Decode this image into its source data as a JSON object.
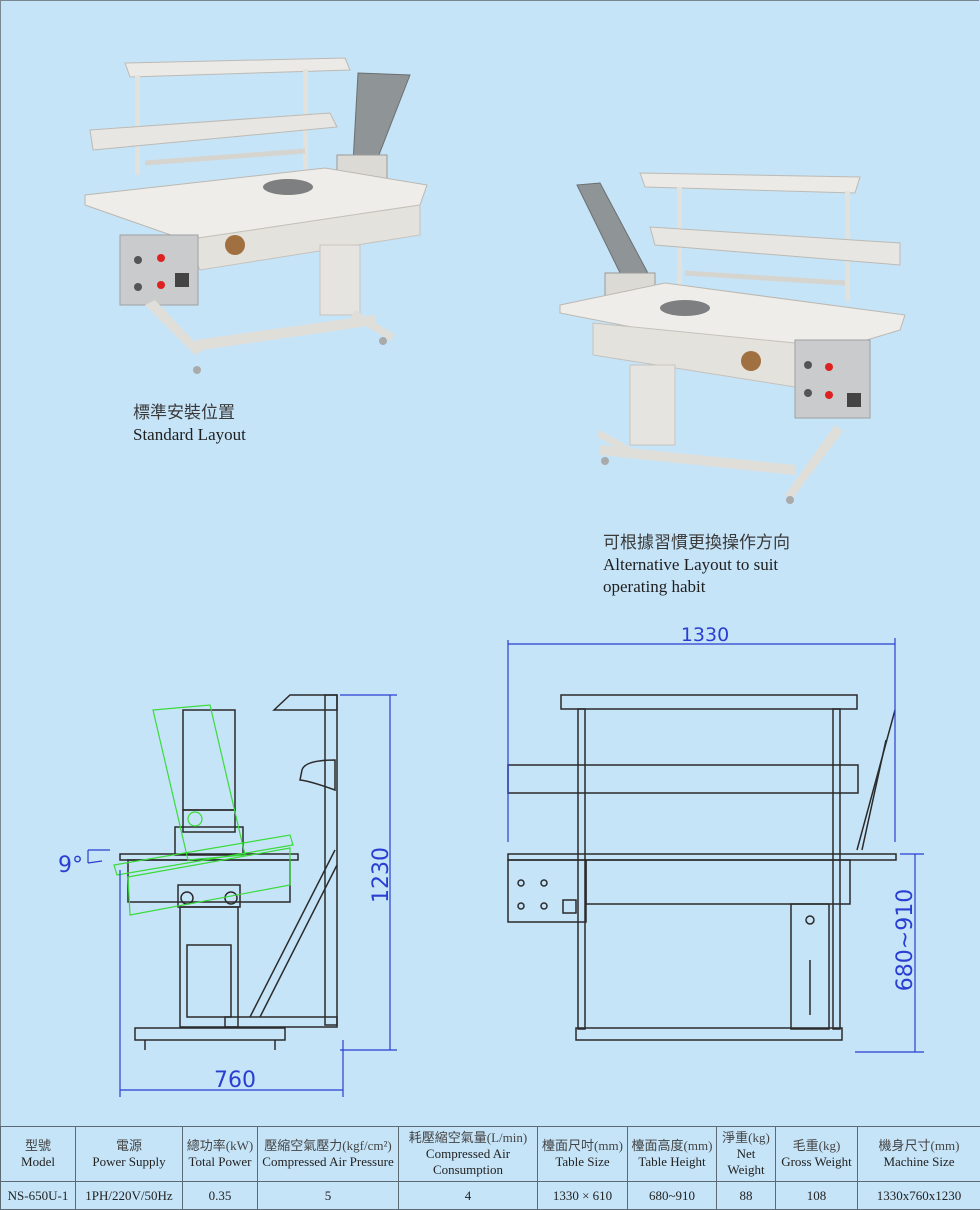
{
  "captions": {
    "standard": {
      "zh": "標準安裝位置",
      "en": "Standard Layout"
    },
    "alternative": {
      "zh": "可根據習慣更換操作方向",
      "en_line1": "Alternative Layout to suit",
      "en_line2": "operating habit"
    }
  },
  "drawings": {
    "side_view": {
      "angle": "9°",
      "height": "1230",
      "depth": "760"
    },
    "front_view": {
      "width": "1330",
      "table_height": "680~910"
    }
  },
  "colors": {
    "background": "#c6e4f8",
    "dimension": "#2a3fd1",
    "alt_position": "#3adb3a",
    "outline": "#2b2b2b"
  },
  "spec_table": {
    "headers": [
      {
        "zh": "型號",
        "en": "Model"
      },
      {
        "zh": "電源",
        "en": "Power Supply"
      },
      {
        "zh": "總功率(kW)",
        "en": "Total Power"
      },
      {
        "zh": "壓縮空氣壓力(kgf/cm²)",
        "en": "Compressed Air Pressure"
      },
      {
        "zh": "耗壓縮空氣量(L/min)",
        "en": "Compressed Air Consumption"
      },
      {
        "zh": "檯面尺吋(mm)",
        "en": "Table Size"
      },
      {
        "zh": "檯面高度(mm)",
        "en": "Table Height"
      },
      {
        "zh": "淨重(kg)",
        "en": "Net Weight"
      },
      {
        "zh": "毛重(kg)",
        "en": "Gross Weight"
      },
      {
        "zh": "機身尺寸(mm)",
        "en": "Machine Size"
      }
    ],
    "rows": [
      [
        "NS-650U-1",
        "1PH/220V/50Hz",
        "0.35",
        "5",
        "4",
        "1330 × 610",
        "680~910",
        "88",
        "108",
        "1330x760x1230"
      ]
    ]
  }
}
